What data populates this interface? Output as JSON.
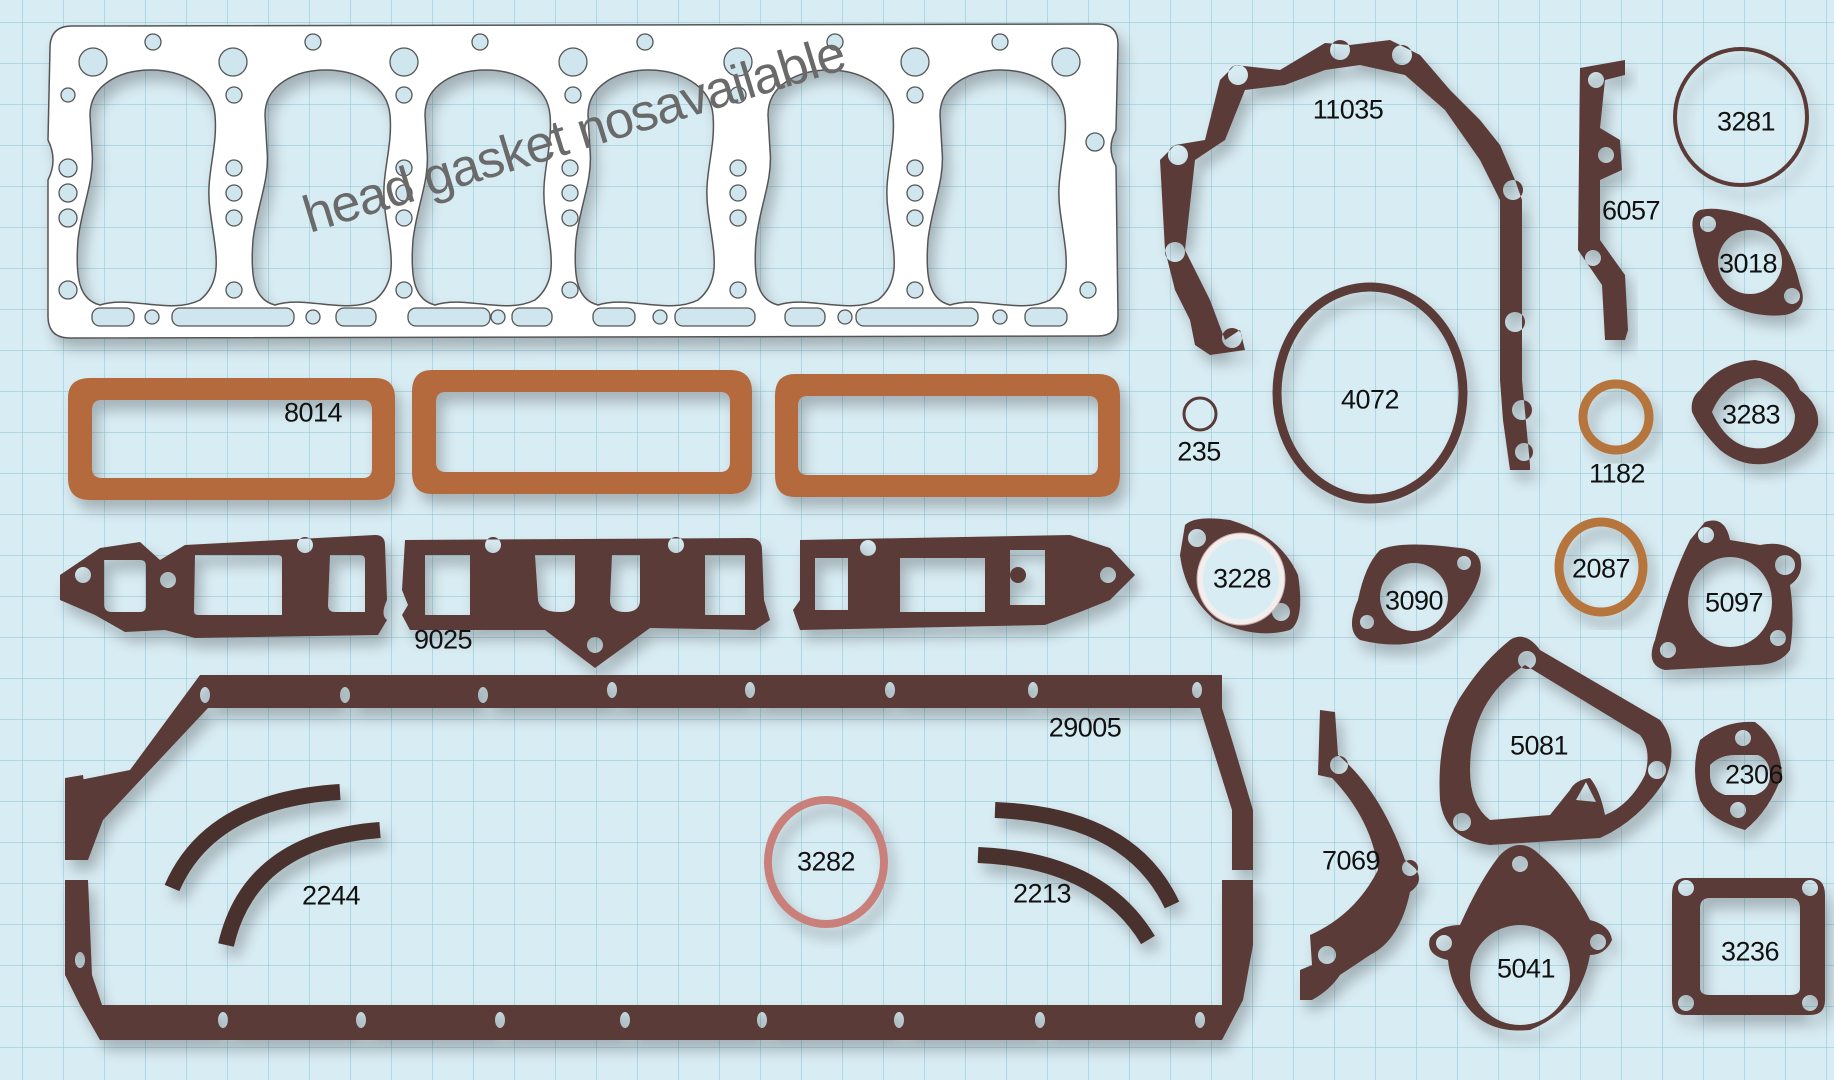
{
  "watermark": "head gasket nosavailable",
  "colors": {
    "background": "#d8ecf3",
    "grid": "#8cc8d7",
    "fiber_gasket": "#5a3a38",
    "cork_gasket": "#b56a3e",
    "copper_ring": "#b5743e",
    "rubber_ring": "#c97f7a",
    "head_gasket": "#ffffff"
  },
  "parts": [
    {
      "id": "8014",
      "label": "8014",
      "desc": "valve cover / side cover cork gaskets (x3)"
    },
    {
      "id": "9025",
      "label": "9025",
      "desc": "intake/exhaust manifold gasket set"
    },
    {
      "id": "29005",
      "label": "29005",
      "desc": "oil pan gasket"
    },
    {
      "id": "2244",
      "label": "2244",
      "desc": "rear main rope seals"
    },
    {
      "id": "2213",
      "label": "2213",
      "desc": "front rope seals"
    },
    {
      "id": "3282",
      "label": "3282",
      "desc": "rubber ring"
    },
    {
      "id": "11035",
      "label": "11035",
      "desc": "timing cover gasket"
    },
    {
      "id": "4072",
      "label": "4072",
      "desc": "round gasket"
    },
    {
      "id": "235",
      "label": "235",
      "desc": "small ring"
    },
    {
      "id": "6057",
      "label": "6057",
      "desc": "side gasket"
    },
    {
      "id": "3281",
      "label": "3281",
      "desc": "o-ring"
    },
    {
      "id": "3018",
      "label": "3018",
      "desc": "two-bolt flange gasket"
    },
    {
      "id": "1182",
      "label": "1182",
      "desc": "copper washer"
    },
    {
      "id": "3283",
      "label": "3283",
      "desc": "fuel pump gasket"
    },
    {
      "id": "3228",
      "label": "3228",
      "desc": "exhaust flange gasket"
    },
    {
      "id": "3090",
      "label": "3090",
      "desc": "thermostat gasket"
    },
    {
      "id": "2087",
      "label": "2087",
      "desc": "copper ring"
    },
    {
      "id": "5097",
      "label": "5097",
      "desc": "water outlet gasket"
    },
    {
      "id": "5081",
      "label": "5081",
      "desc": "water pump gasket"
    },
    {
      "id": "2306",
      "label": "2306",
      "desc": "flange gasket"
    },
    {
      "id": "7069",
      "label": "7069",
      "desc": "rear main cap seal gasket"
    },
    {
      "id": "5041",
      "label": "5041",
      "desc": "water pump cover gasket"
    },
    {
      "id": "3236",
      "label": "3236",
      "desc": "square 4-bolt gasket"
    }
  ]
}
